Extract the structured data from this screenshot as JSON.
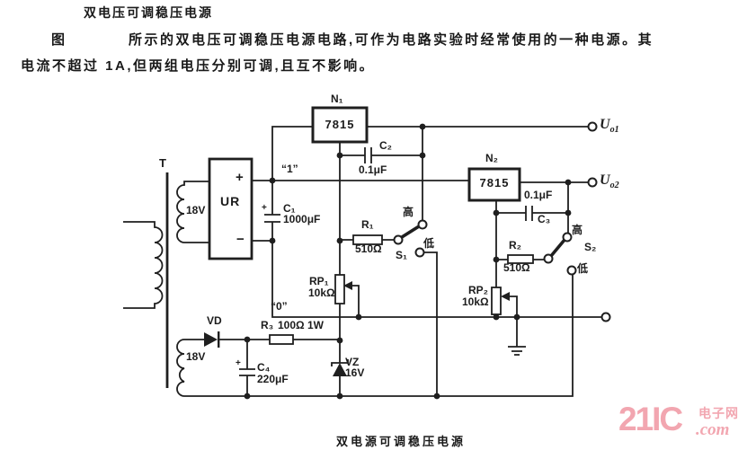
{
  "description": {
    "line1": "双电压可调稳压电源",
    "line2_prefix": "图",
    "line2": "所示的双电压可调稳压电源电路,可作为电路实验时经常使用的一种电源。其",
    "line3": "电流不超过 1A,但两组电压分别可调,且互不影响。"
  },
  "caption": "双电源可调稳压电源",
  "watermark": {
    "brand": "21IC",
    "site": "电子网",
    "domain": ".com",
    "color": "#f2a6b0"
  },
  "schematic": {
    "transformer": {
      "label": "T",
      "winding1": "18V",
      "winding2": "18V"
    },
    "rectifier": {
      "label": "UR",
      "plus": "+",
      "minus": "−"
    },
    "node1": "“1”",
    "node0": "“0”",
    "c1": {
      "name": "C₁",
      "value": "1000μF",
      "plus": "+"
    },
    "n1": {
      "name": "N₁",
      "chip": "7815"
    },
    "c2": {
      "name": "C₂",
      "value": "0.1μF"
    },
    "r1": {
      "name": "R₁",
      "value": "510Ω"
    },
    "s1": {
      "name": "S₁",
      "high": "高",
      "low": "低"
    },
    "rp1": {
      "name": "RP₁",
      "value": "10kΩ"
    },
    "n2": {
      "name": "N₂",
      "chip": "7815"
    },
    "c3": {
      "name": "C₃",
      "value": "0.1μF"
    },
    "r2": {
      "name": "R₂",
      "value": "510Ω"
    },
    "s2": {
      "name": "S₂",
      "high": "高",
      "low": "低"
    },
    "rp2": {
      "name": "RP₂",
      "value": "10kΩ"
    },
    "vd": {
      "name": "VD"
    },
    "r3": {
      "name": "R₃",
      "value": "100Ω 1W"
    },
    "c4": {
      "name": "C₄",
      "value": "220μF",
      "plus": "+"
    },
    "vz": {
      "name": "VZ",
      "value": "16V"
    },
    "out1": {
      "main": "U",
      "sub": "o1"
    },
    "out2": {
      "main": "U",
      "sub": "o2"
    }
  }
}
